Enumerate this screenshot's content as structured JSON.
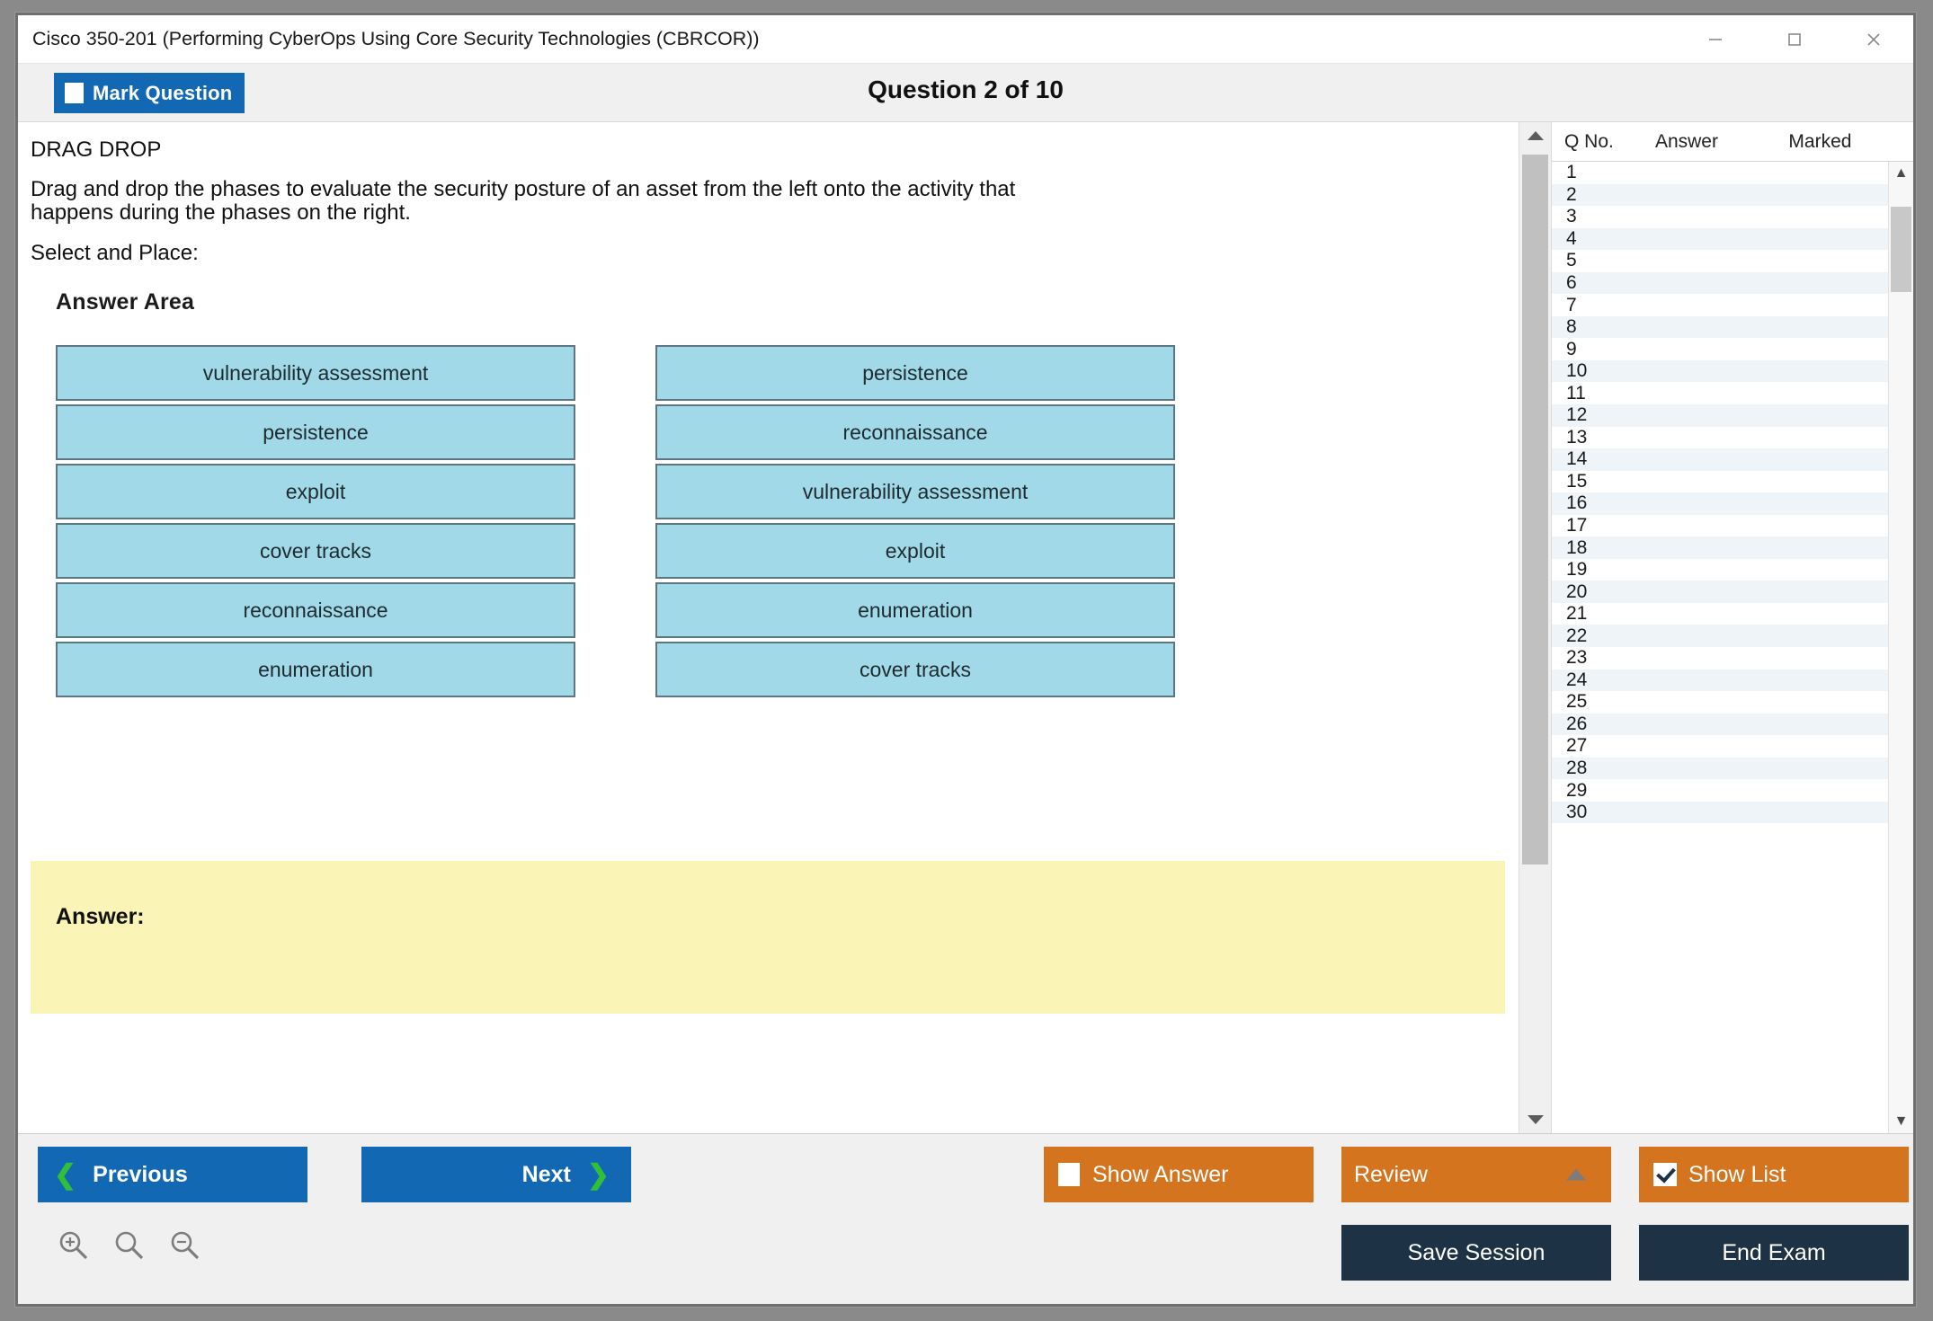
{
  "window": {
    "title": "Cisco 350-201 (Performing CyberOps Using Core Security Technologies (CBRCOR))",
    "controls": {
      "minimize": "minimize-icon",
      "maximize": "maximize-icon",
      "close": "close-icon"
    }
  },
  "header": {
    "mark_question_label": "Mark Question",
    "mark_question_checked": false,
    "question_counter": "Question 2 of 10"
  },
  "question": {
    "type_label": "DRAG DROP",
    "prompt": "Drag and drop the phases to evaluate the security posture of an asset from the left onto the activity that happens during the phases on the right.",
    "select_and_place": "Select and Place:",
    "exhibit": {
      "answer_area_title": "Answer Area",
      "left_column": [
        "vulnerability assessment",
        "persistence",
        "exploit",
        "cover tracks",
        "reconnaissance",
        "enumeration"
      ],
      "right_column": [
        "persistence",
        "reconnaissance",
        "vulnerability assessment",
        "exploit",
        "enumeration",
        "cover tracks"
      ],
      "box_fill_color": "#a2d9e8",
      "box_border_color": "#5c7780"
    },
    "answer_strip": {
      "label": "Answer:",
      "value": "",
      "background_color": "#faf4b6"
    }
  },
  "question_list": {
    "columns": [
      "Q No.",
      "Answer",
      "Marked"
    ],
    "rows": [
      {
        "no": "1",
        "answer": "",
        "marked": ""
      },
      {
        "no": "2",
        "answer": "",
        "marked": ""
      },
      {
        "no": "3",
        "answer": "",
        "marked": ""
      },
      {
        "no": "4",
        "answer": "",
        "marked": ""
      },
      {
        "no": "5",
        "answer": "",
        "marked": ""
      },
      {
        "no": "6",
        "answer": "",
        "marked": ""
      },
      {
        "no": "7",
        "answer": "",
        "marked": ""
      },
      {
        "no": "8",
        "answer": "",
        "marked": ""
      },
      {
        "no": "9",
        "answer": "",
        "marked": ""
      },
      {
        "no": "10",
        "answer": "",
        "marked": ""
      },
      {
        "no": "11",
        "answer": "",
        "marked": ""
      },
      {
        "no": "12",
        "answer": "",
        "marked": ""
      },
      {
        "no": "13",
        "answer": "",
        "marked": ""
      },
      {
        "no": "14",
        "answer": "",
        "marked": ""
      },
      {
        "no": "15",
        "answer": "",
        "marked": ""
      },
      {
        "no": "16",
        "answer": "",
        "marked": ""
      },
      {
        "no": "17",
        "answer": "",
        "marked": ""
      },
      {
        "no": "18",
        "answer": "",
        "marked": ""
      },
      {
        "no": "19",
        "answer": "",
        "marked": ""
      },
      {
        "no": "20",
        "answer": "",
        "marked": ""
      },
      {
        "no": "21",
        "answer": "",
        "marked": ""
      },
      {
        "no": "22",
        "answer": "",
        "marked": ""
      },
      {
        "no": "23",
        "answer": "",
        "marked": ""
      },
      {
        "no": "24",
        "answer": "",
        "marked": ""
      },
      {
        "no": "25",
        "answer": "",
        "marked": ""
      },
      {
        "no": "26",
        "answer": "",
        "marked": ""
      },
      {
        "no": "27",
        "answer": "",
        "marked": ""
      },
      {
        "no": "28",
        "answer": "",
        "marked": ""
      },
      {
        "no": "29",
        "answer": "",
        "marked": ""
      },
      {
        "no": "30",
        "answer": "",
        "marked": ""
      }
    ]
  },
  "toolbar": {
    "previous_label": "Previous",
    "next_label": "Next",
    "show_answer_label": "Show Answer",
    "show_answer_checked": false,
    "review_label": "Review",
    "show_list_label": "Show List",
    "show_list_checked": true,
    "save_session_label": "Save Session",
    "end_exam_label": "End Exam",
    "zoom_icons": [
      "zoom-in-icon",
      "zoom-reset-icon",
      "zoom-out-icon"
    ],
    "colors": {
      "primary_blue": "#1268b3",
      "accent_green": "#31bf3a",
      "orange": "#d4741e",
      "navy": "#1d3244"
    }
  }
}
